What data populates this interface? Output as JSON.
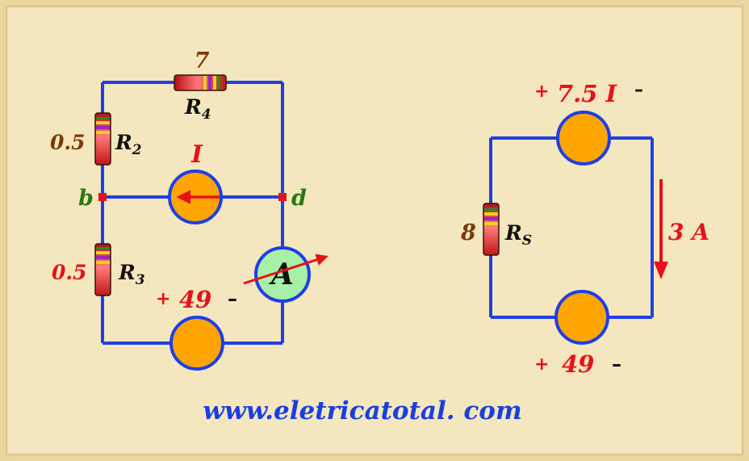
{
  "colors": {
    "background": "#F4E7BE",
    "frame": "#E9D79F",
    "wire": "#1E3FE6",
    "source_fill": "#FFA500",
    "ammeter_fill": "#A8F0A8",
    "red": "#E8101A",
    "brown": "#7A3A0A",
    "green": "#2A7A10",
    "url_blue": "#1A3FE0"
  },
  "left_circuit": {
    "r4": {
      "value": "7",
      "name": "R",
      "sub": "4"
    },
    "r2": {
      "value": "0.5",
      "name": "R",
      "sub": "2"
    },
    "r3": {
      "value": "0.5",
      "name": "R",
      "sub": "3"
    },
    "current_source_label": "I",
    "node_b": "b",
    "node_d": "d",
    "ammeter_label": "A",
    "voltage_source": {
      "plus": "+",
      "value": "49",
      "minus": "–"
    }
  },
  "right_circuit": {
    "top_source": {
      "plus": "+",
      "value": "7.5 I",
      "minus": "–"
    },
    "rs": {
      "value": "8",
      "name": "R",
      "sub": "S"
    },
    "current_label": "3 A",
    "bottom_source": {
      "plus": "+",
      "value": "49",
      "minus": "–"
    }
  },
  "website": "www.eletricatotal. com"
}
